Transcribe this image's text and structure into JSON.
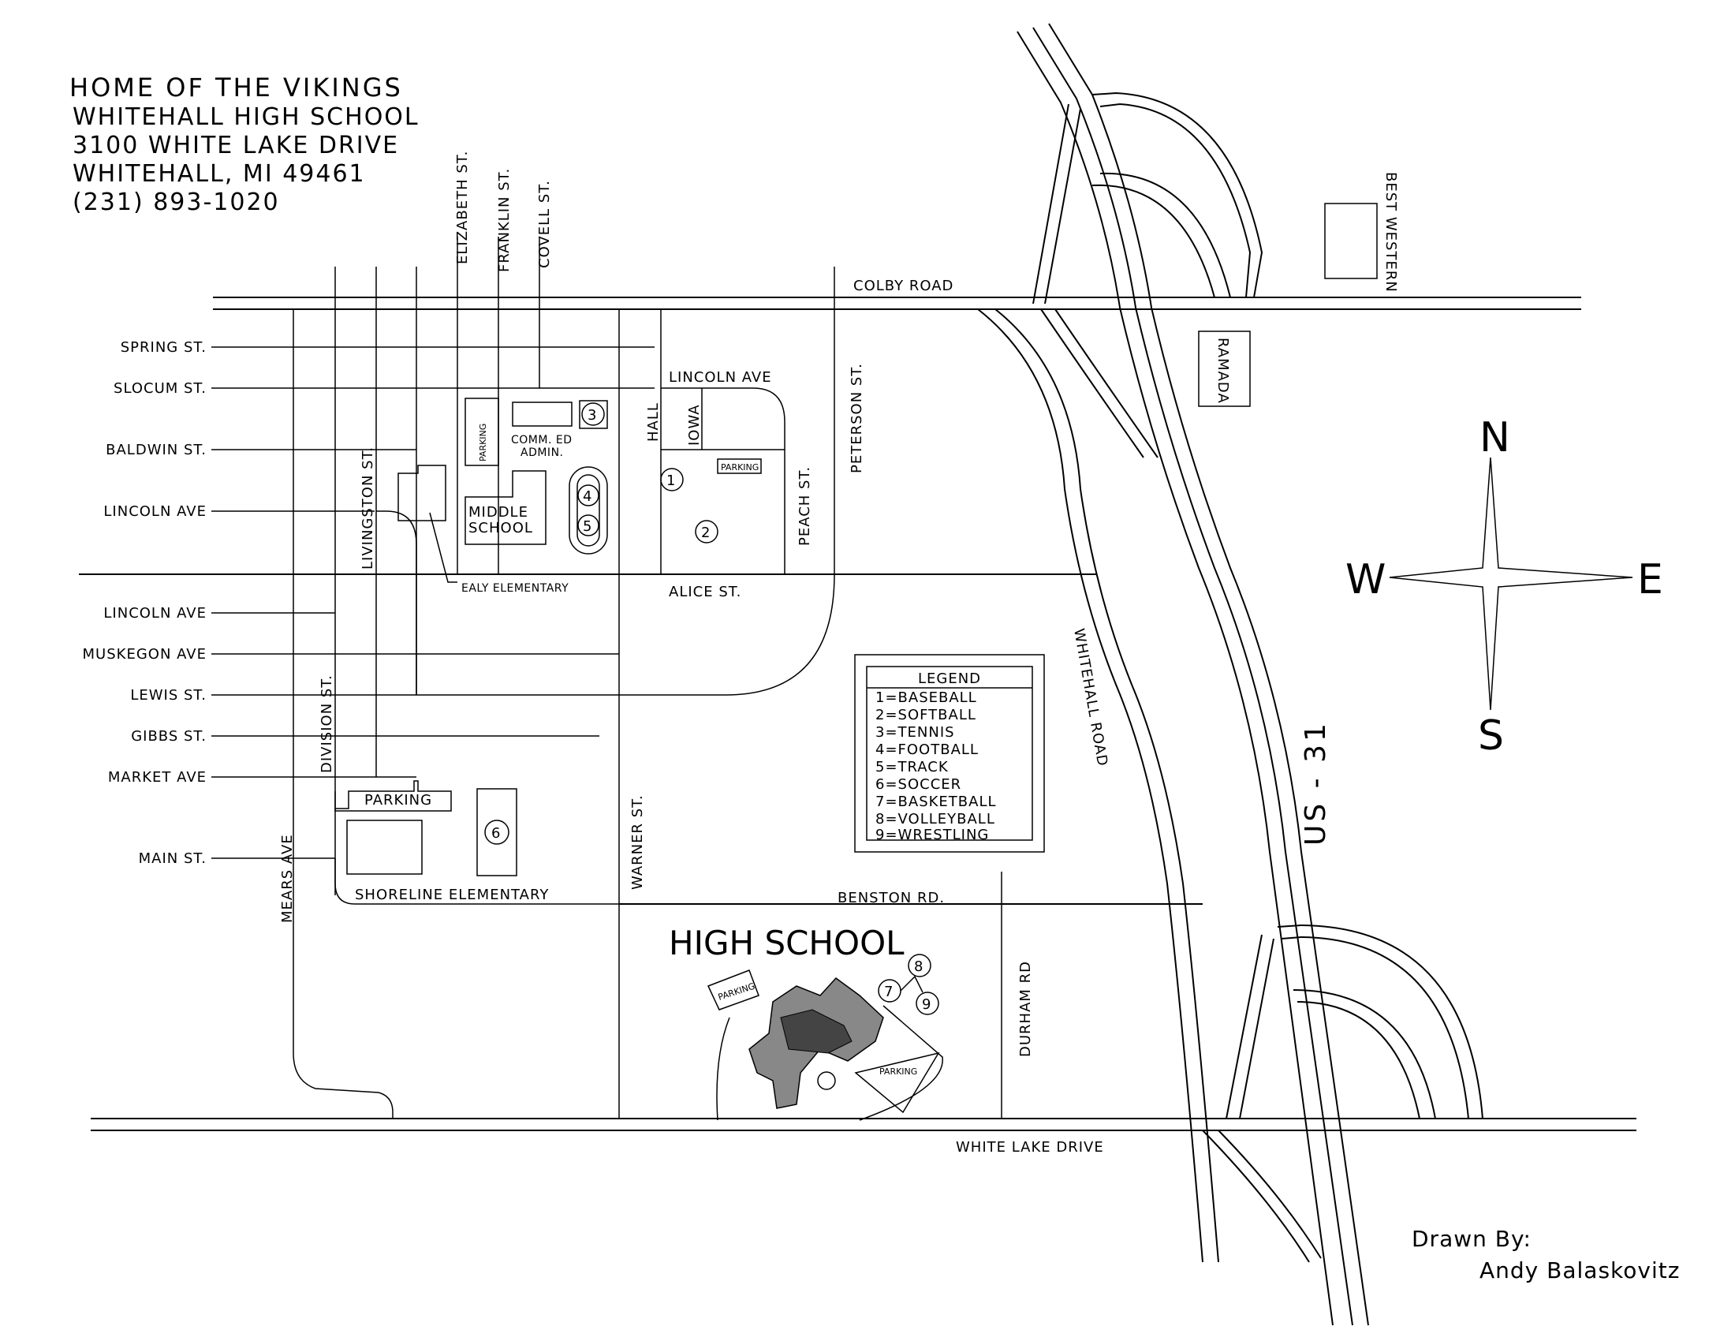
{
  "header": {
    "title": "HOME OF THE VIKINGS",
    "school": "WHITEHALL HIGH SCHOOL",
    "address": "3100 WHITE LAKE DRIVE",
    "city": "WHITEHALL, MI   49461",
    "phone": "(231) 893-1020"
  },
  "streets": {
    "spring": "SPRING ST.",
    "slocum": "SLOCUM ST.",
    "baldwin": "BALDWIN ST.",
    "lincoln_ave_1": "LINCOLN AVE",
    "lincoln_ave_2": "LINCOLN AVE",
    "lincoln_ave_3": "LINCOLN AVE",
    "muskegon": "MUSKEGON AVE",
    "lewis": "LEWIS ST.",
    "gibbs": "GIBBS ST.",
    "market": "MARKET AVE",
    "main": "MAIN ST.",
    "mears": "MEARS AVE",
    "division": "DIVISION ST.",
    "livingston": "LIVINGSTON ST.",
    "elizabeth": "ELIZABETH ST.",
    "franklin": "FRANKLIN ST.",
    "covell": "COVELL ST.",
    "colby": "COLBY ROAD",
    "hall": "HALL",
    "iowa": "IOWA",
    "peach": "PEACH ST.",
    "peterson": "PETERSON ST.",
    "alice": "ALICE ST.",
    "warner": "WARNER ST.",
    "benston": "BENSTON RD.",
    "durham": "DURHAM RD",
    "white_lake": "WHITE LAKE DRIVE",
    "whitehall_road": "WHITEHALL ROAD",
    "us31": "US - 31"
  },
  "buildings": {
    "comm_ed": "COMM. ED",
    "admin": "ADMIN.",
    "middle_1": "MIDDLE",
    "middle_2": "SCHOOL",
    "ealy": "EALY ELEMENTARY",
    "shoreline": "SHORELINE ELEMENTARY",
    "high_school": "HIGH SCHOOL",
    "best_western": "BEST WESTERN",
    "ramada": "RAMADA"
  },
  "parking": {
    "main": "PARKING",
    "small": "PARKING"
  },
  "markers": [
    "1",
    "2",
    "3",
    "4",
    "5",
    "6",
    "7",
    "8",
    "9"
  ],
  "legend": {
    "title": "LEGEND",
    "items": [
      "1=BASEBALL",
      "2=SOFTBALL",
      "3=TENNIS",
      "4=FOOTBALL",
      "5=TRACK",
      "6=SOCCER",
      "7=BASKETBALL",
      "8=VOLLEYBALL",
      "9=WRESTLING"
    ]
  },
  "compass": {
    "n": "N",
    "s": "S",
    "e": "E",
    "w": "W"
  },
  "credit": {
    "line1": "Drawn By:",
    "line2": "Andy Balaskovitz"
  }
}
